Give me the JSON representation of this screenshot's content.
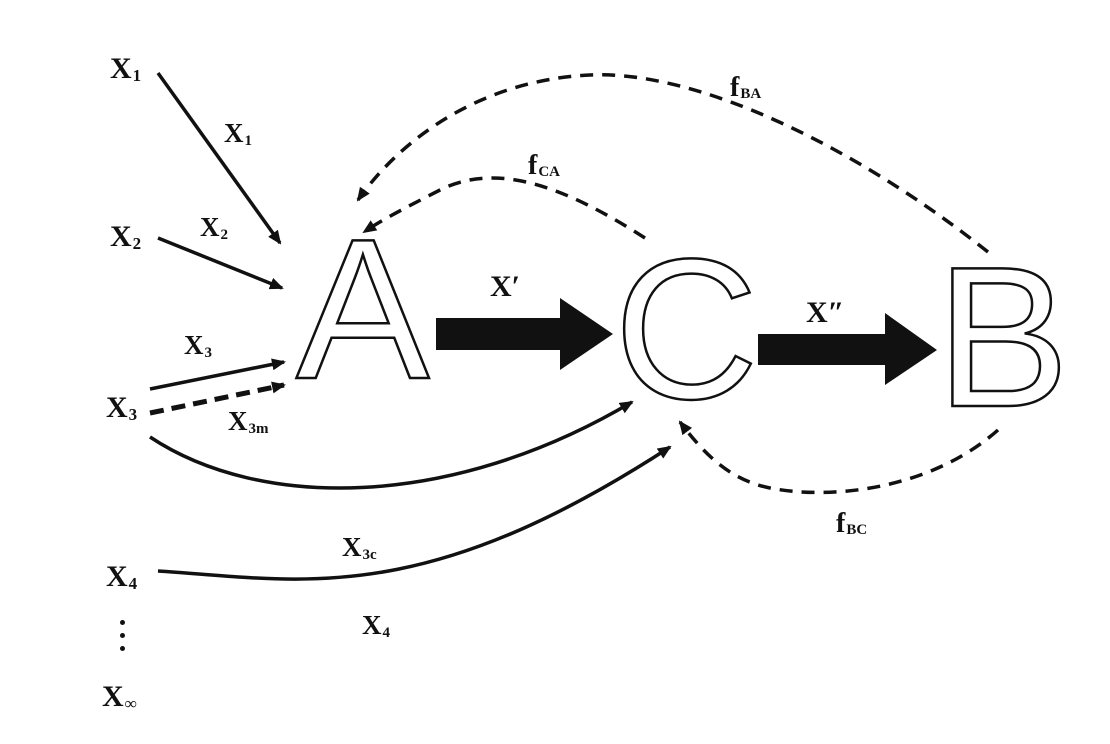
{
  "diagram": {
    "nodes": {
      "A": "A",
      "C": "C",
      "B": "B"
    },
    "inputs": {
      "x1": {
        "base": "X",
        "sub": "1"
      },
      "x2": {
        "base": "X",
        "sub": "2"
      },
      "x3": {
        "base": "X",
        "sub": "3"
      },
      "x4": {
        "base": "X",
        "sub": "4"
      },
      "xinf": {
        "base": "X",
        "sub": "∞"
      }
    },
    "edge_labels": {
      "x1": {
        "base": "X",
        "sub": "1"
      },
      "x2": {
        "base": "X",
        "sub": "2"
      },
      "x3": {
        "base": "X",
        "sub": "3"
      },
      "x3m": {
        "base": "X",
        "sub": "3m"
      },
      "x3c": {
        "base": "X",
        "sub": "3c"
      },
      "x4": {
        "base": "X",
        "sub": "4"
      },
      "x_prime": "X′",
      "x_double_prime": "X″"
    },
    "feedback_labels": {
      "fba": {
        "base": "f",
        "sub": "BA"
      },
      "fca": {
        "base": "f",
        "sub": "CA"
      },
      "fbc": {
        "base": "f",
        "sub": "BC"
      }
    },
    "colors": {
      "ink": "#111111",
      "background": "#ffffff"
    }
  }
}
